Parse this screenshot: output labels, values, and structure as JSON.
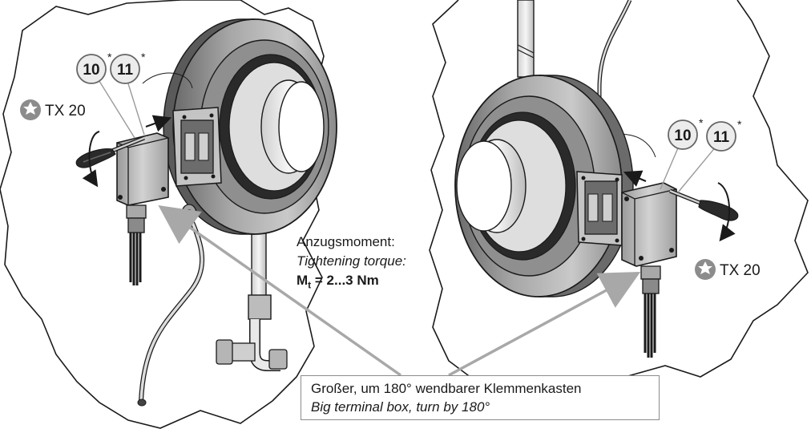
{
  "left_view": {
    "part_numbers": [
      {
        "number": "10",
        "mark": "*"
      },
      {
        "number": "11",
        "mark": "*"
      }
    ],
    "tool_label": "TX 20"
  },
  "right_view": {
    "part_numbers": [
      {
        "number": "10",
        "mark": "*"
      },
      {
        "number": "11",
        "mark": "*"
      }
    ],
    "tool_label": "TX 20"
  },
  "torque_note": {
    "line_de": "Anzugsmoment:",
    "line_en": "Tightening torque:",
    "symbol": "M",
    "subscript": "t",
    "value": " = 2...3 Nm"
  },
  "callout": {
    "line_de": "Großer, um 180° wendbarer Klemmenkasten",
    "line_en": "Big terminal box, turn by 180°"
  },
  "colors": {
    "line": "#1a1a1a",
    "leader": "#a8a8a8",
    "ring_dark": "#555555",
    "ring_mid": "#9a9a9a",
    "metal_light": "#d9d9d9",
    "badge_fill": "#ececec"
  }
}
